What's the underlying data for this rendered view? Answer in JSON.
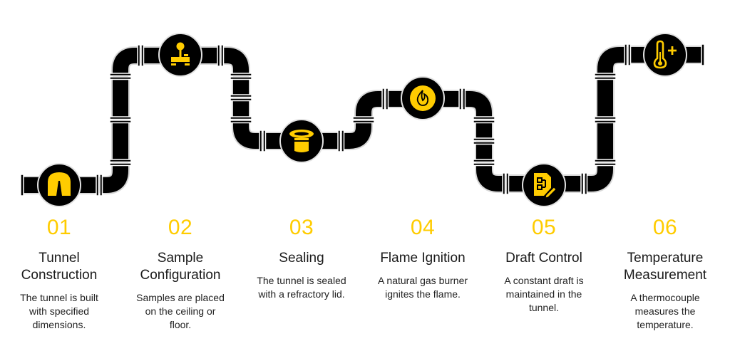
{
  "colors": {
    "accent": "#FFCC00",
    "pipe": "#000000",
    "text": "#1a1a1a"
  },
  "steps": [
    {
      "number": "01",
      "icon": "tunnel-icon",
      "title": [
        "Tunnel",
        "Construction"
      ],
      "description": [
        "The tunnel is built",
        "with specified",
        "dimensions."
      ]
    },
    {
      "number": "02",
      "icon": "joystick-sample-icon",
      "title": [
        "Sample",
        "Configuration"
      ],
      "description": [
        "Samples are placed",
        "on the ceiling or",
        "floor."
      ]
    },
    {
      "number": "03",
      "icon": "lid-icon",
      "title": [
        "Sealing"
      ],
      "description": [
        "The tunnel is sealed",
        "with a refractory lid."
      ]
    },
    {
      "number": "04",
      "icon": "flame-icon",
      "title": [
        "Flame Ignition"
      ],
      "description": [
        "A natural gas burner",
        "ignites the flame."
      ]
    },
    {
      "number": "05",
      "icon": "document-edit-icon",
      "title": [
        "Draft Control"
      ],
      "description": [
        "A constant draft is",
        "maintained in the",
        "tunnel."
      ]
    },
    {
      "number": "06",
      "icon": "thermometer-plus-icon",
      "title": [
        "Temperature",
        "Measurement"
      ],
      "description": [
        "A thermocouple",
        "measures the",
        "temperature."
      ]
    }
  ]
}
